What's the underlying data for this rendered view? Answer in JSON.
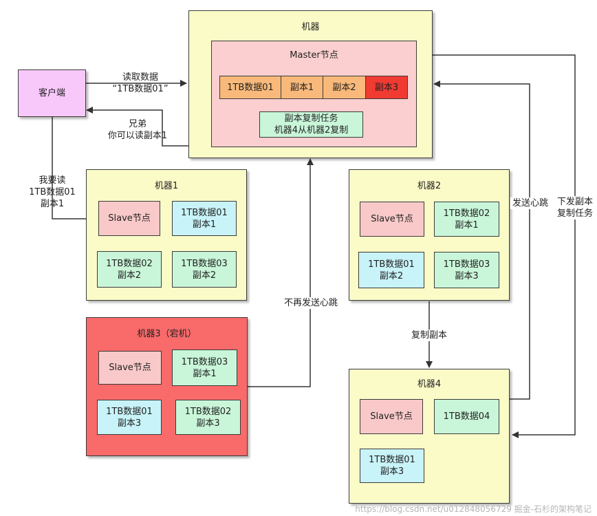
{
  "client": {
    "label": "客户端"
  },
  "master_machine": {
    "title": "机器",
    "master_node": {
      "title": "Master节点",
      "cells": [
        "1TB数据01",
        "副本1",
        "副本2",
        "副本3"
      ],
      "task_line1": "副本复制任务",
      "task_line2": "机器4从机器2复制"
    }
  },
  "machine1": {
    "title": "机器1",
    "slave": "Slave节点",
    "blocks": [
      {
        "line1": "1TB数据01",
        "line2": "副本1"
      },
      {
        "line1": "1TB数据02",
        "line2": "副本2"
      },
      {
        "line1": "1TB数据03",
        "line2": "副本2"
      }
    ]
  },
  "machine2": {
    "title": "机器2",
    "slave": "Slave节点",
    "blocks": [
      {
        "line1": "1TB数据02",
        "line2": "副本1"
      },
      {
        "line1": "1TB数据01",
        "line2": "副本2"
      },
      {
        "line1": "1TB数据03",
        "line2": "副本3"
      }
    ]
  },
  "machine3": {
    "title": "机器3（宕机）",
    "slave": "Slave节点",
    "blocks": [
      {
        "line1": "1TB数据03",
        "line2": "副本1"
      },
      {
        "line1": "1TB数据01",
        "line2": "副本3"
      },
      {
        "line1": "1TB数据02",
        "line2": "副本3"
      }
    ]
  },
  "machine4": {
    "title": "机器4",
    "slave": "Slave节点",
    "blocks": [
      {
        "line1": "1TB数据04"
      },
      {
        "line1": "1TB数据01",
        "line2": "副本3"
      }
    ]
  },
  "labels": {
    "read_request_line1": "读取数据",
    "read_request_line2": "“1TB数据01”",
    "reply_line1": "兄弟",
    "reply_line2": "你可以读副本1",
    "want_read_line1": "我要读",
    "want_read_line2": "1TB数据01",
    "want_read_line3": "副本1",
    "no_heartbeat": "不再发送心跳",
    "heartbeat": "发送心跳",
    "dispatch_line1": "下发副本",
    "dispatch_line2": "复制任务",
    "copy_replica": "复制副本"
  },
  "watermark": "https://blog.csdn.net/u012848056729  掘金-石杉的架构笔记",
  "colors": {
    "machine_bg": "#fbfbc8",
    "master_bg": "#fbcfcf",
    "client_bg": "#f9c8fb",
    "dead_machine_bg": "#f96a6a",
    "slave_bg": "#f9c9c9",
    "replica_cyan": "#c8f3f8",
    "replica_green": "#c9f6d9",
    "cell_orange": "#f9b97a",
    "cell_red": "#f03a32"
  }
}
